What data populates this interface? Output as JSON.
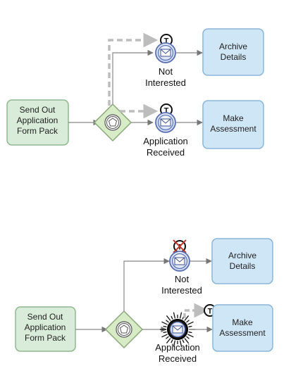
{
  "top": {
    "start_task": [
      "Send Out",
      "Application",
      "Form Pack"
    ],
    "task_archive": [
      "Archive",
      "Details"
    ],
    "task_make": [
      "Make",
      "Assessment"
    ],
    "event_not": [
      "Not",
      "Interested"
    ],
    "event_app": [
      "Application",
      "Received"
    ]
  },
  "bottom": {
    "start_task": [
      "Send Out",
      "Application",
      "Form Pack"
    ],
    "task_archive": [
      "Archive",
      "Details"
    ],
    "task_make": [
      "Make",
      "Assessment"
    ],
    "event_not": [
      "Not",
      "Interested"
    ],
    "event_app": [
      "Application",
      "Received"
    ]
  },
  "colors": {
    "start_task_fill": "#d9ecd9",
    "start_task_stroke": "#8fb78f",
    "task_fill": "#cfe6f7",
    "task_stroke": "#8ab6d6",
    "gateway_fill": "#d7ebc6",
    "event_ring": "#5a6fb0",
    "token_dash": "#bdbdbd",
    "cancel_mark": "#c0392b"
  },
  "icons": {
    "gateway": "pentagon-gateway-icon",
    "event": "envelope-message-event-icon",
    "token": "t-token-icon",
    "cancelled": "x-cancel-icon",
    "fired": "burst-starburst-icon"
  }
}
